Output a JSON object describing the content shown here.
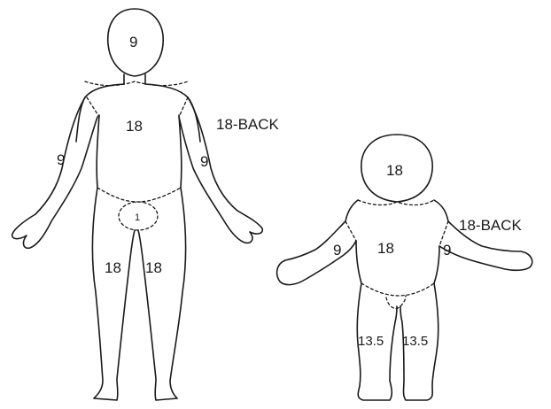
{
  "adult": {
    "head": "9",
    "trunk_front": "18",
    "trunk_back": "18-BACK",
    "arm_right": "9",
    "arm_left": "9",
    "perineum": "1",
    "leg_right": "18",
    "leg_left": "18"
  },
  "child": {
    "head": "18",
    "trunk_front": "18",
    "trunk_back": "18-BACK",
    "arm_right": "9",
    "arm_left": "9",
    "leg_right": "13.5",
    "leg_left": "13.5"
  }
}
